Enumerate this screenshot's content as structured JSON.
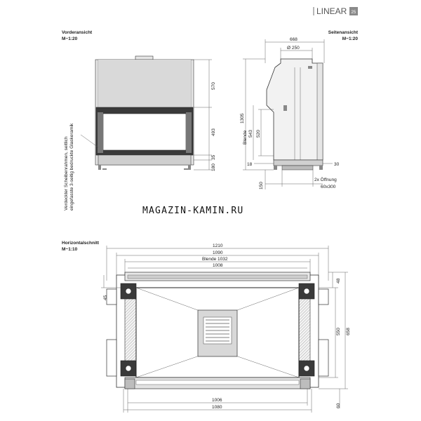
{
  "brand": {
    "name": "LINEAR",
    "badge": "25"
  },
  "watermark": "MAGAZIN-KAMIN.RU",
  "front_view": {
    "title": "Vorderansicht",
    "scale": "M~1:20",
    "note_line1": "Verdeckter Scheibenrahmen, seitlich",
    "note_line2": "eingefasste 3-seitig bedruckte Glaskeramik",
    "dims": {
      "top": "570",
      "glass": "493",
      "gap": "35",
      "base": "180"
    }
  },
  "side_view": {
    "title": "Seitenansicht",
    "scale": "M~1:20",
    "dims": {
      "depth": "668",
      "flue": "Ø 250",
      "height": "1305",
      "blende_label": "Blende",
      "blende_h": "543",
      "inner_h": "520",
      "left_bottom": "18",
      "right_bottom": "30",
      "foot": "150",
      "opening_1": "2x Öffnung",
      "opening_2": "60x300"
    }
  },
  "horizontal_section": {
    "title": "Horizontalschnitt",
    "scale": "M~1:10",
    "dims": {
      "overall": "1210",
      "outer": "1090",
      "blende": "Blende 1032",
      "inner": "1008",
      "left_offset": "45",
      "right_top": "48",
      "depth_inner": "550",
      "depth_outer": "658",
      "bottom_right": "60",
      "bottom_inner": "1006",
      "bottom_outer": "1080"
    }
  },
  "colors": {
    "line": "#333333",
    "frame_dark": "#3a3a3a",
    "fill_grey": "#bdbdbd"
  }
}
